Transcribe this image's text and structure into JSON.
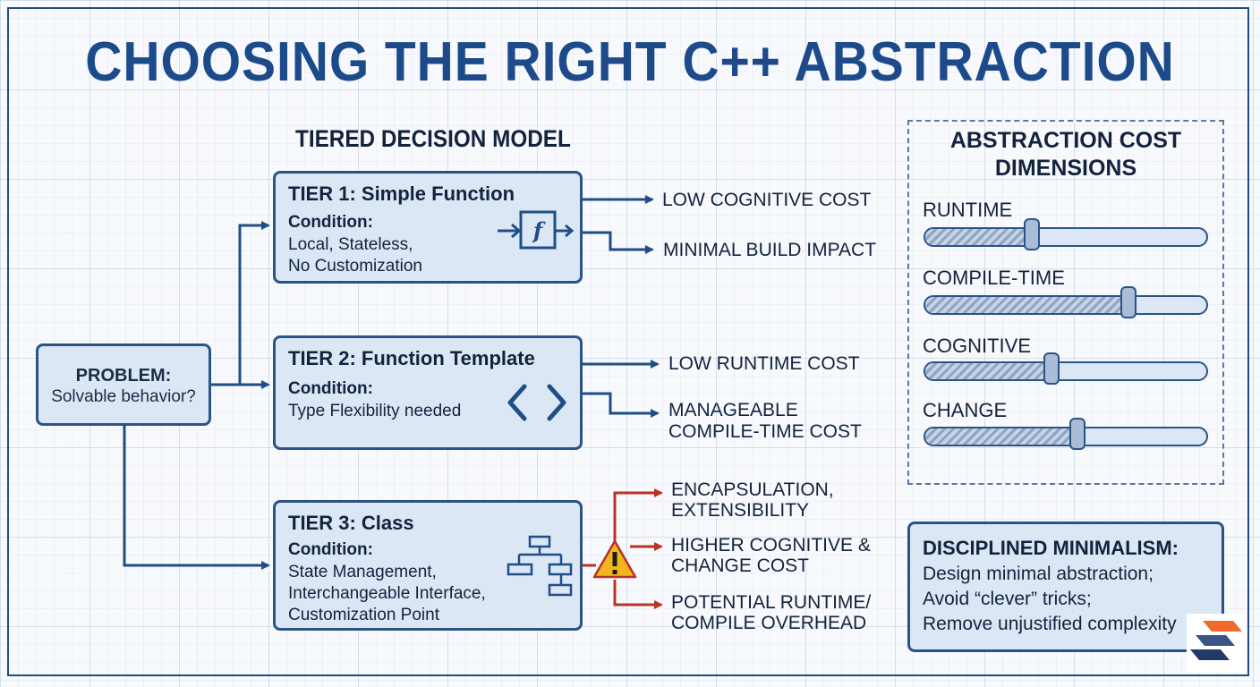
{
  "title": "CHOOSING THE RIGHT C++ ABSTRACTION",
  "subtitle": "TIERED DECISION MODEL",
  "problem": {
    "label": "PROBLEM:",
    "text": "Solvable behavior?"
  },
  "tiers": [
    {
      "title": "TIER 1: Simple Function",
      "condition_label": "Condition:",
      "condition_lines": [
        "Local, Stateless,",
        "No Customization"
      ],
      "icon": "function-icon"
    },
    {
      "title": "TIER 2: Function Template",
      "condition_label": "Condition:",
      "condition_lines": [
        "Type Flexibility needed"
      ],
      "icon": "angle-brackets-icon"
    },
    {
      "title": "TIER 3: Class",
      "condition_label": "Condition:",
      "condition_lines": [
        "State Management,",
        "Interchangeable Interface,",
        "Customization Point"
      ],
      "icon": "class-hierarchy-icon"
    }
  ],
  "outcomes": {
    "tier1": [
      [
        "LOW COGNITIVE COST"
      ],
      [
        "MINIMAL BUILD IMPACT"
      ]
    ],
    "tier2": [
      [
        "LOW RUNTIME COST"
      ],
      [
        "MANAGEABLE",
        "COMPILE-TIME COST"
      ]
    ],
    "tier3": [
      [
        "ENCAPSULATION,",
        "EXTENSIBILITY"
      ],
      [
        "HIGHER COGNITIVE &",
        "CHANGE COST"
      ],
      [
        "POTENTIAL RUNTIME/",
        "COMPILE OVERHEAD"
      ]
    ]
  },
  "cost_panel": {
    "title_lines": [
      "ABSTRACTION COST",
      "DIMENSIONS"
    ],
    "dimensions": [
      {
        "label": "RUNTIME",
        "level": 0.38
      },
      {
        "label": "COMPILE-TIME",
        "level": 0.72
      },
      {
        "label": "COGNITIVE",
        "level": 0.45
      },
      {
        "label": "CHANGE",
        "level": 0.54
      }
    ]
  },
  "discipline": {
    "title": "DISCIPLINED MINIMALISM:",
    "lines": [
      "Design minimal abstraction;",
      "Avoid “clever” tricks;",
      "Remove unjustified complexity"
    ]
  },
  "colors": {
    "primary": "#1c4a8a",
    "box_fill": "#dbe7f5",
    "warning_red": "#b8322a",
    "warning_yellow": "#f2b51c"
  }
}
